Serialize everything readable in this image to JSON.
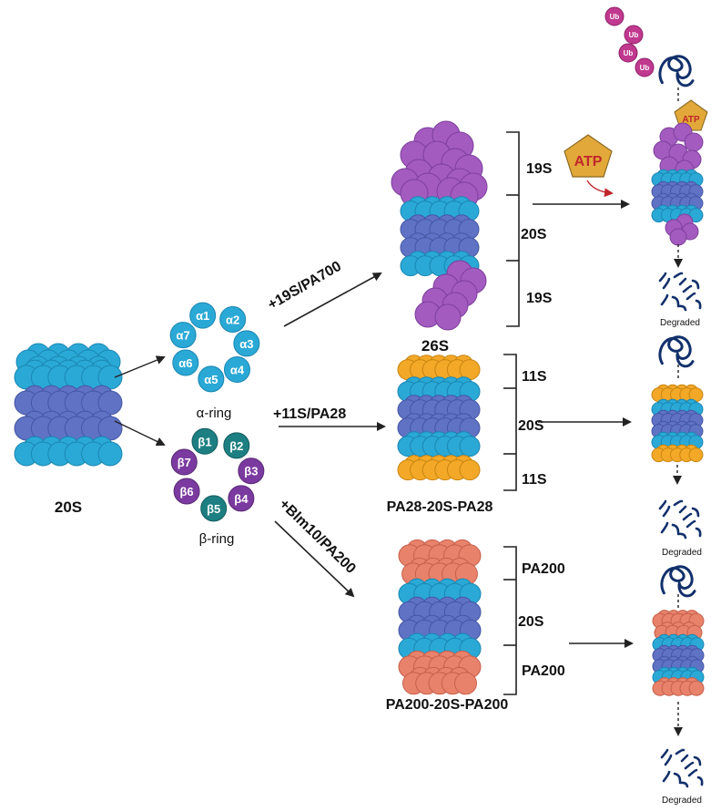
{
  "colors": {
    "cyan": "#2aa9d6",
    "cyan_edge": "#1b86b2",
    "indigo": "#5f72c4",
    "indigo_edge": "#4556a3",
    "magenta": "#a35bbf",
    "magenta_edge": "#7e3f9c",
    "orange": "#f3a828",
    "orange_edge": "#c98510",
    "salmon": "#e8826b",
    "salmon_edge": "#c5604c",
    "purple_sub": "#7b3aa0",
    "teal_sub": "#1d7f82",
    "ub": "#c0398f",
    "navy": "#12306b",
    "atp": "#e2a93a",
    "atp_text": "#c0262b",
    "arrow": "#222222"
  },
  "labels": {
    "core": "20S",
    "alpha_ring": "α-ring",
    "beta_ring": "β-ring",
    "path1_arrow": "+19S/PA700",
    "path2_arrow": "+11S/PA28",
    "path3_arrow": "+Blm10/PA200",
    "complex1": "26S",
    "complex2": "PA28-20S-PA28",
    "complex3": "PA200-20S-PA200",
    "brace1_top": "19S",
    "brace1_mid": "20S",
    "brace1_bot": "19S",
    "brace2_top": "11S",
    "brace2_mid": "20S",
    "brace2_bot": "11S",
    "brace3_top": "PA200",
    "brace3_mid": "20S",
    "brace3_bot": "PA200",
    "atp": "ATP",
    "ub": "Ub",
    "degraded": "Degraded"
  },
  "alpha_subunits": [
    "α1",
    "α2",
    "α3",
    "α4",
    "α5",
    "α6",
    "α7"
  ],
  "beta_subunits": [
    "β1",
    "β2",
    "β3",
    "β4",
    "β5",
    "β6",
    "β7"
  ]
}
